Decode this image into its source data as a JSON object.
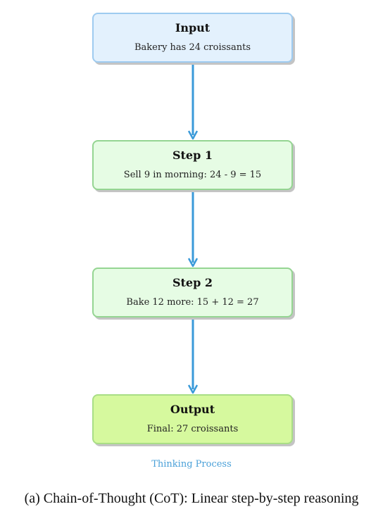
{
  "nodes": {
    "input": {
      "title": "Input",
      "text": "Bakery has 24 croissants"
    },
    "step1": {
      "title": "Step 1",
      "text": "Sell 9 in morning: 24 - 9 = 15"
    },
    "step2": {
      "title": "Step 2",
      "text": "Bake 12 more: 15 + 12 = 27"
    },
    "output": {
      "title": "Output",
      "text": "Final: 27 croissants"
    }
  },
  "process_label": "Thinking Process",
  "caption": "(a) Chain-of-Thought (CoT): Linear step-by-step reasoning",
  "colors": {
    "arrow": "#3a9ad9",
    "input_fill": "#e3f1fd",
    "input_border": "#9ecbf0",
    "step_fill": "#e6fce4",
    "step_border": "#95d592",
    "output_fill": "#d6f99e",
    "output_border": "#a9de86",
    "process_label": "#4aa0d8"
  }
}
